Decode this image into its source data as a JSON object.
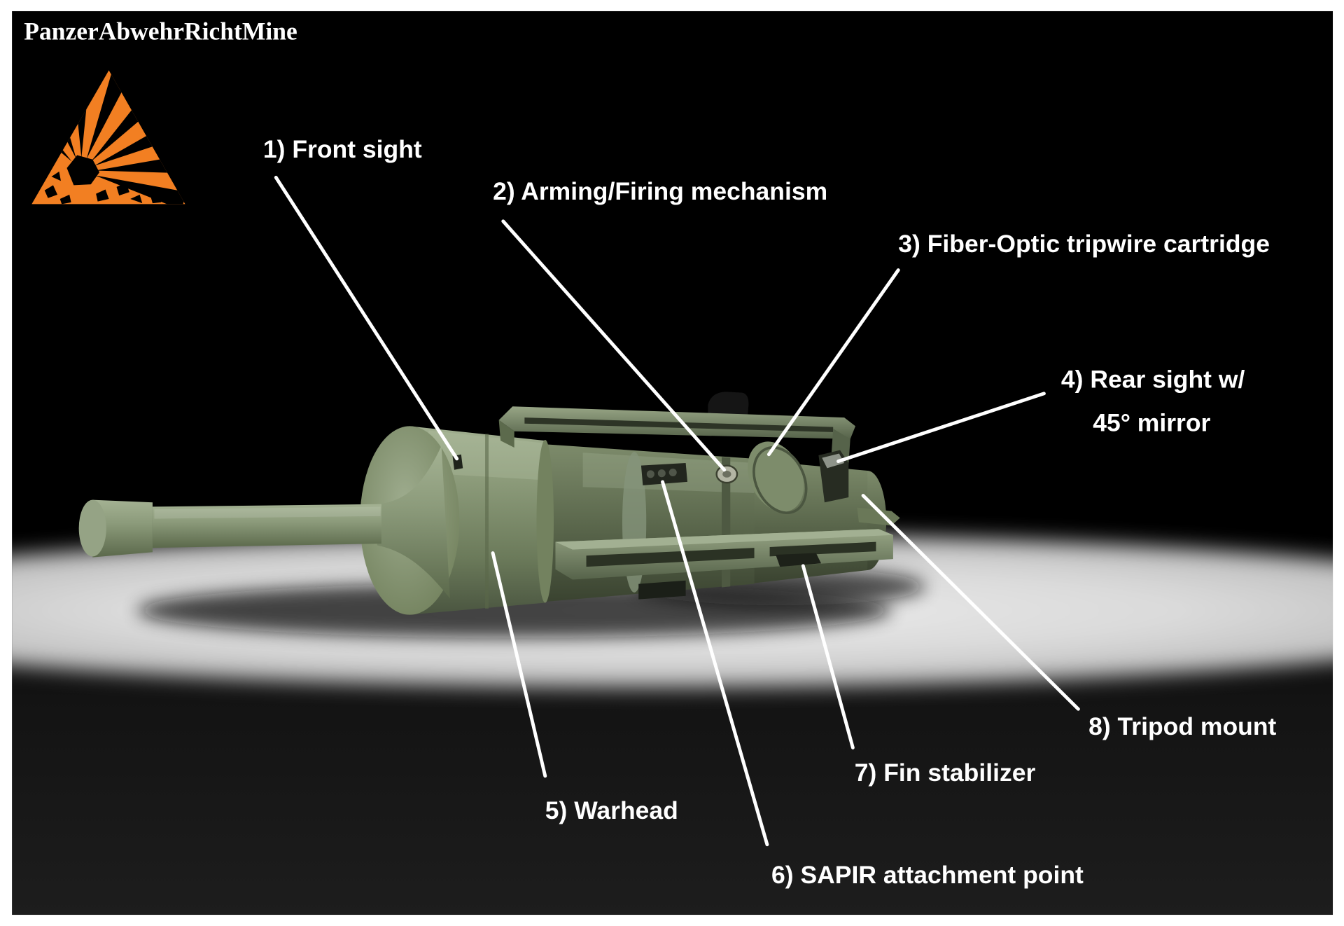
{
  "title": "PanzerAbwehrRichtMine",
  "labels": {
    "front_sight": "1) Front sight",
    "arming": "2) Arming/Firing mechanism",
    "fiber_optic": "3) Fiber-Optic tripwire cartridge",
    "rear_sight_line1": "4) Rear sight w/",
    "rear_sight_line2": "45° mirror",
    "warhead": "5) Warhead",
    "sapir": "6) SAPIR attachment point",
    "fin": "7) Fin stabilizer",
    "tripod": "8) Tripod mount"
  },
  "icons": {
    "logo": "explosive-warning-icon"
  },
  "colors": {
    "label_text": "#ffffff",
    "logo_orange": "#f27f22",
    "panel_background": "#000000",
    "frame_border": "#ffffff",
    "mine_green": "#7d8c6b"
  }
}
